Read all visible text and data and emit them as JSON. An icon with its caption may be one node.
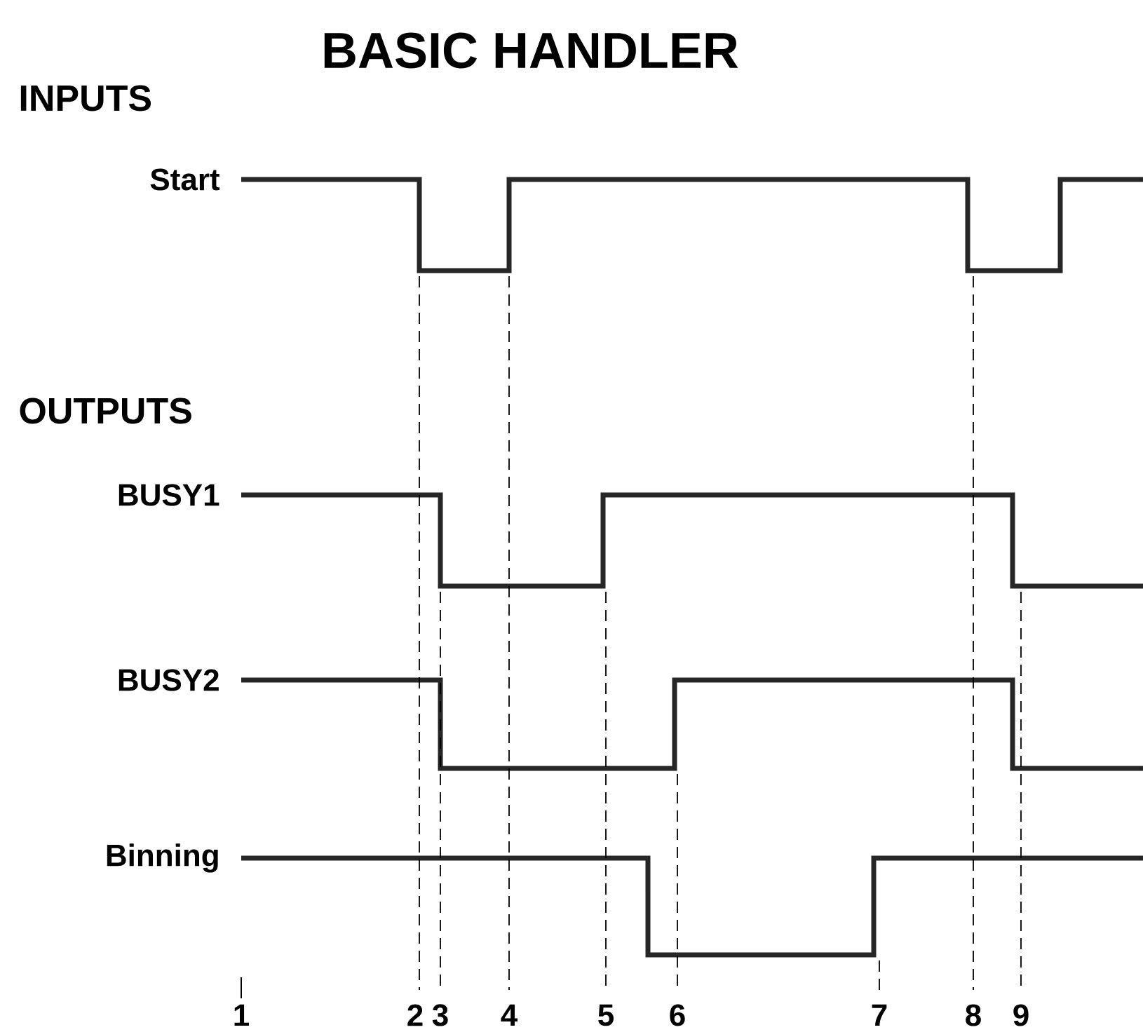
{
  "diagram": {
    "title": "BASIC HANDLER",
    "labels": [
      "INPUTS",
      "Start",
      "OUTPUTS",
      "BUSY1",
      "BUSY2",
      "Binning",
      "1",
      "2",
      "3",
      "4",
      "5",
      "6",
      "7",
      "8",
      "9"
    ]
  }
}
